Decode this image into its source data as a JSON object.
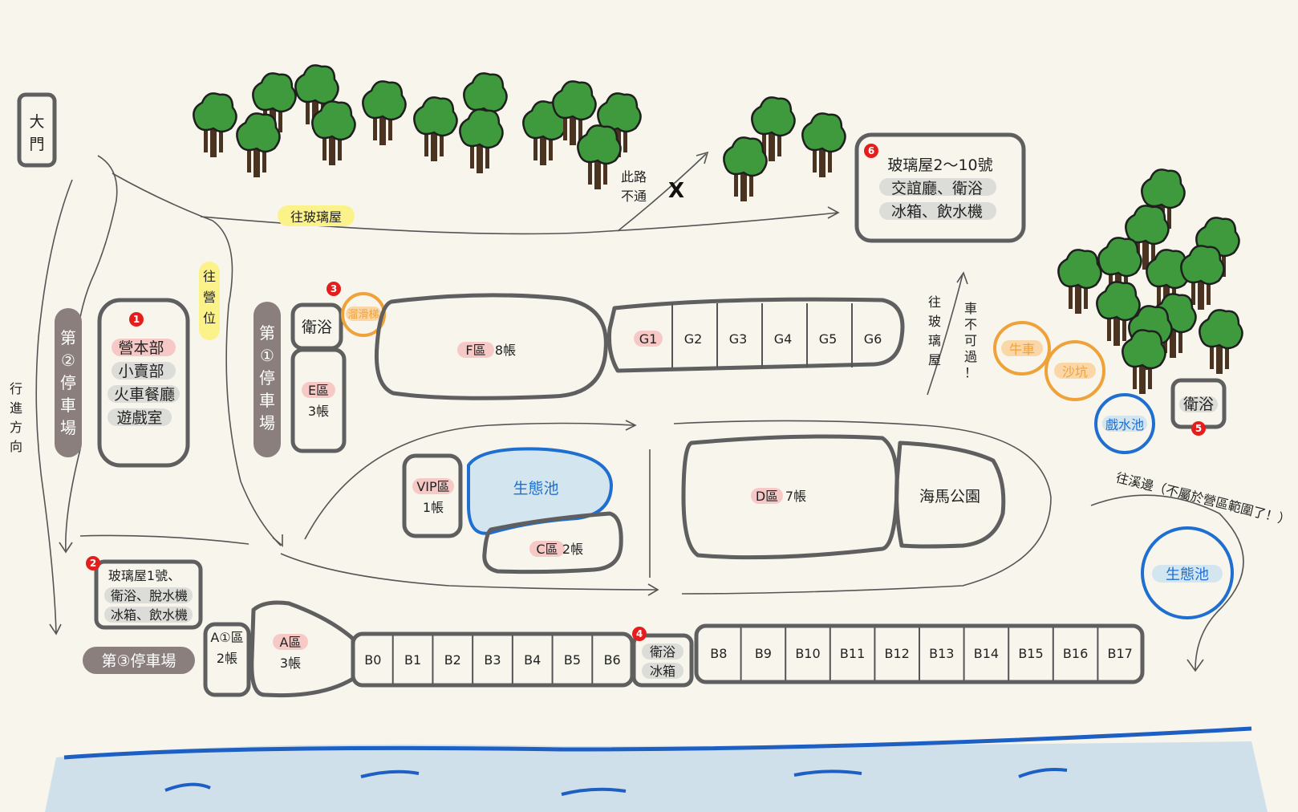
{
  "labels": {
    "main_gate": "大門",
    "direction": "行進方向",
    "to_glass_house": "往玻璃屋",
    "to_campsites": "往營位",
    "no_through": "此路不通",
    "parking_2": "第②停車場",
    "parking_1": "第①停車場",
    "parking_3": "第③停車場",
    "to_glass_house_vertical": "往玻璃屋",
    "no_cars": "車不可過！",
    "to_stream": "往溪邊（不屬於營區範圍了！）",
    "x_mark": "X"
  },
  "facilities": {
    "f1": {
      "num": "1",
      "lines": [
        "營本部",
        "小賣部",
        "火車餐廳",
        "遊戲室"
      ]
    },
    "f2": {
      "num": "2",
      "lines": [
        "玻璃屋1號、",
        "衛浴、脫水機",
        "冰箱、飲水機"
      ]
    },
    "f3": {
      "num": "3",
      "bath": "衛浴",
      "slide": "溜滑梯"
    },
    "f4": {
      "num": "4",
      "lines": [
        "衛浴",
        "冰箱"
      ]
    },
    "f5": {
      "num": "5",
      "label": "衛浴"
    },
    "f6": {
      "num": "6",
      "lines": [
        "玻璃屋2～10號",
        "交誼廳、衛浴",
        "冰箱、飲水機"
      ]
    }
  },
  "zones": {
    "E": {
      "name": "E區",
      "count": "3帳"
    },
    "F": {
      "name": "F區",
      "count": "8帳"
    },
    "VIP": {
      "name": "VIP區",
      "count": "1帳"
    },
    "C": {
      "name": "C區",
      "count": "2帳"
    },
    "D": {
      "name": "D區",
      "count": "7帳"
    },
    "A1": {
      "name": "A①區",
      "count": "2帳"
    },
    "A": {
      "name": "A區",
      "count": "3帳"
    },
    "seahorse_park": "海馬公園",
    "eco_pond": "生態池",
    "eco_pond_2": "生態池",
    "splash_pool": "戲水池",
    "ox_cart": "牛車",
    "sandpit": "沙坑"
  },
  "g_sites": [
    "G1",
    "G2",
    "G3",
    "G4",
    "G5",
    "G6"
  ],
  "b_sites_left": [
    "B0",
    "B1",
    "B2",
    "B3",
    "B4",
    "B5",
    "B6"
  ],
  "b_sites_right": [
    "B8",
    "B9",
    "B10",
    "B11",
    "B12",
    "B13",
    "B14",
    "B15",
    "B16",
    "B17"
  ],
  "colors": {
    "outline": "#5f5f5f",
    "pond_blue": "#1f6fd1",
    "pond_fill": "#d3e5ef",
    "orange": "#f0a23a",
    "tree_green": "#3e9a3c",
    "marker_red": "#e41d1d",
    "pink_highlight": "#f6c9c7",
    "yellow_highlight": "#fbf28a",
    "grey_highlight": "#dcdcd8",
    "parking_brown": "#8a7f7c"
  }
}
